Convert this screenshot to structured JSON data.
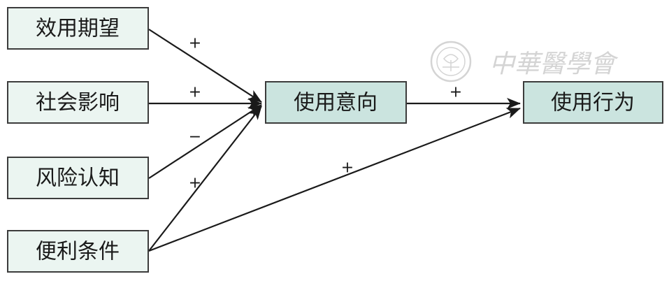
{
  "diagram": {
    "nodes": {
      "performance_expectancy": "效用期望",
      "social_influence": "社会影响",
      "perceived_risk": "风险认知",
      "facilitating_conditions": "便利条件",
      "behavioral_intention": "使用意向",
      "use_behavior": "使用行为"
    },
    "edges": {
      "pe_to_bi": "+",
      "si_to_bi": "+",
      "pr_to_bi": "−",
      "fc_to_bi": "+",
      "bi_to_ub": "+",
      "fc_to_ub": "+"
    },
    "colors": {
      "input_box_fill": "#ebf5f1",
      "output_box_fill": "#cbe4df",
      "border": "#3c3c3c",
      "line": "#1a1a1a",
      "watermark": "#d4d4d4"
    }
  },
  "watermark": {
    "text": "中華醫學會",
    "icon": "seal-logo-icon"
  }
}
